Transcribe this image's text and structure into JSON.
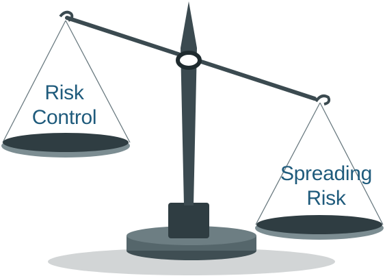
{
  "left_pan": {
    "line1": "Risk",
    "line2": "Control"
  },
  "right_pan": {
    "line1": "Spreading",
    "line2": "Risk"
  },
  "colors": {
    "label_text": "#1f5b7c",
    "dark_slate": "#2f3d42",
    "pan_fill": "#3b4a50",
    "pan_rim": "#6c7f86",
    "base_gray": "#5c6b70",
    "shadow": "#c8cccd",
    "string": "#6a7a80"
  },
  "icons": {
    "balance_scale": "balance-scale-icon"
  }
}
